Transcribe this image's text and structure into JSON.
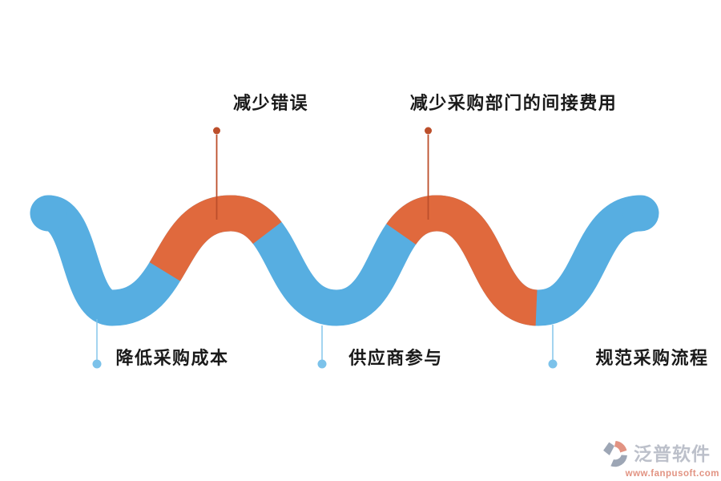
{
  "diagram": {
    "type": "wave-flow-infographic",
    "topic": "procurement benefits",
    "labels": {
      "top": [
        {
          "text": "减少错误"
        },
        {
          "text": "减少采购部门的间接费用"
        }
      ],
      "bottom": [
        {
          "text": "降低采购成本"
        },
        {
          "text": "供应商参与"
        },
        {
          "text": "规范采购流程"
        }
      ]
    }
  },
  "colors": {
    "wave_blue": "#57AEE1",
    "wave_orange": "#E0693D",
    "pin_orange": "#BC4F2B",
    "pin_blue": "#7CC2EA",
    "label_text": "#1A1A1A",
    "logo_gray": "#BCC0CA",
    "logo_salmon": "#E29382",
    "logo_icon_gray": "#9DA6B5"
  },
  "logo": {
    "name": "泛普软件",
    "url": "www.fanpusoft.com"
  }
}
